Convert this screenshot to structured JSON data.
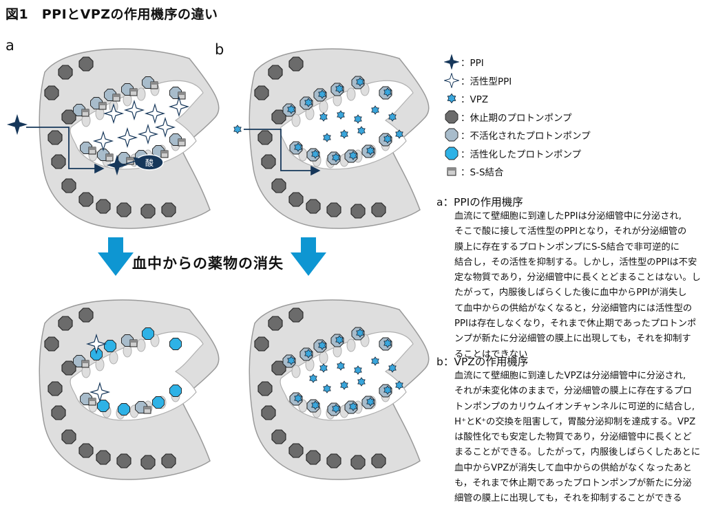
{
  "figure": {
    "title": "図1　PPIとVPZの作用機序の違い",
    "panel_a": "a",
    "panel_b": "b",
    "center_label": "血中からの薬物の消失",
    "acid_label": "酸"
  },
  "legend": [
    {
      "icon": "ppi-star-icon",
      "label": "：PPI"
    },
    {
      "icon": "active-ppi-star-icon",
      "label": "：活性型PPI"
    },
    {
      "icon": "vpz-icon",
      "label": "：VPZ"
    },
    {
      "icon": "resting-pump-icon",
      "label": "：休止期のプロトンポンプ"
    },
    {
      "icon": "inactivated-pump-icon",
      "label": "：不活化されたプロトンポンプ"
    },
    {
      "icon": "active-pump-icon",
      "label": "：活性化したプロトンポンプ"
    },
    {
      "icon": "ss-bond-icon",
      "label": "：S-S結合"
    }
  ],
  "colors": {
    "ppi": "#16375a",
    "resting_pump": "#6b6b6b",
    "inactivated_pump": "#a8bccb",
    "active_pump": "#2eb2e6",
    "vpz": "#3aa6dc",
    "arrow": "#0e96d2",
    "cell": "#dedede"
  },
  "sections": [
    {
      "head": "a：PPIの作用機序",
      "lines": [
        "血流にて壁細胞に到達したPPIは分泌細管中に分泌され,",
        "そこで酸に接して活性型のPPIとなり，それが分泌細管の",
        "膜上に存在するプロトンポンプにS-S結合で非可逆的に",
        "結合し，その活性を抑制する。しかし，活性型のPPIは不安",
        "定な物質であり，分泌細管中に長くとどまることはない。し",
        "たがって，内服後しばらくした後に血中からPPIが消失し",
        "て血中からの供給がなくなると，分泌細管内には活性型の",
        "PPIは存在しなくなり，それまで休止期であったプロトンポ",
        "ンプが新たに分泌細管の膜上に出現しても，それを抑制す",
        "ることはできない"
      ]
    },
    {
      "head": "b：VPZの作用機序",
      "lines": [
        "血流にて壁細胞に到達したVPZは分泌細管中に分泌され,",
        "それが未変化体のままで，分泌細管の膜上に存在するプロ",
        "トンポンプのカリウムイオンチャンネルに可逆的に結合し,",
        "H⁺とK⁺の交換を阻害して，胃酸分泌抑制を達成する。VPZ",
        "は酸性化でも安定した物質であり，分泌細管中に長くとど",
        "まることができる。したがって，内服後しばらくしたあとに",
        "血中からVPZが消失して血中からの供給がなくなったあと",
        "も，それまで休止期であったプロトンポンプが新たに分泌",
        "細管の膜上に出現しても，それを抑制することができる"
      ]
    }
  ]
}
